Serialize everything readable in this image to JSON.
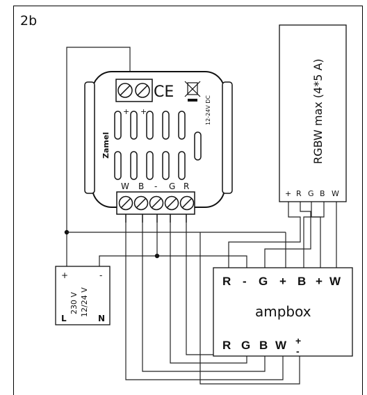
{
  "figure_label": "2b",
  "module": {
    "top_terminals": [
      "+",
      "+"
    ],
    "voltage": "12-24V DC",
    "brand": "Zamel",
    "bottom_terminals": [
      "W",
      "B",
      "-",
      "G",
      "R"
    ]
  },
  "led_strip": {
    "label": "RGBW max (4*5 A)",
    "terminals": [
      "+",
      "R",
      "G",
      "B",
      "W"
    ]
  },
  "power_supply": {
    "voltage_in": "230 V",
    "voltage_out": "12/24 V",
    "in_L": "L",
    "in_N": "N",
    "out_plus": "+",
    "out_minus": "-"
  },
  "amplifier": {
    "name": "ampbox",
    "top_terminals": [
      "R",
      "-",
      "G",
      "+",
      "B",
      "+",
      "W"
    ],
    "bottom_terminals": [
      "R",
      "G",
      "B",
      "W"
    ],
    "pm_plus": "+",
    "pm_minus": "-"
  }
}
